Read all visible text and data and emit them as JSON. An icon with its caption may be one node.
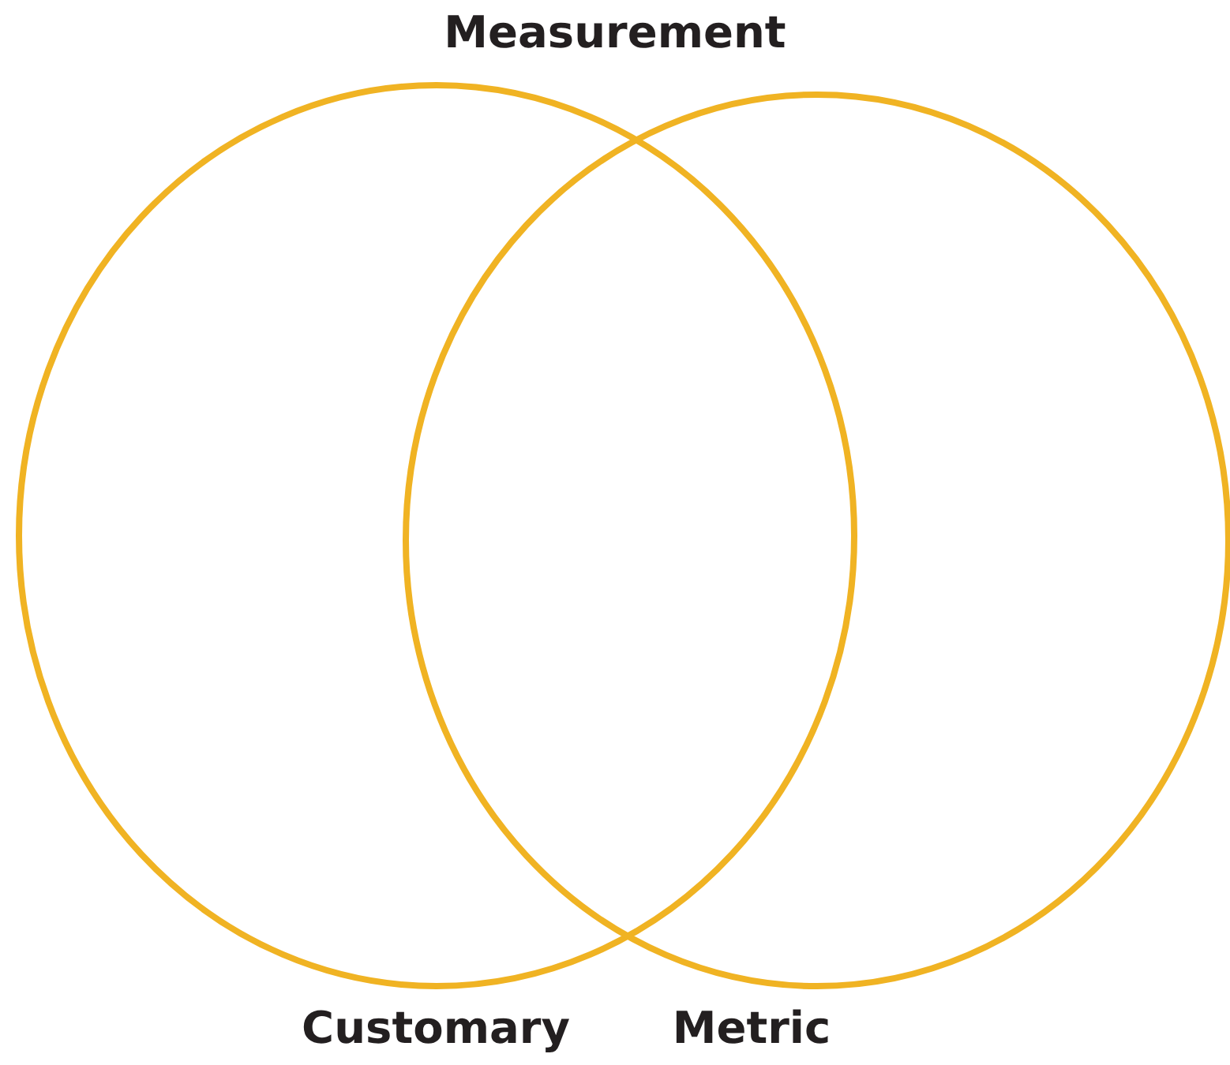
{
  "diagram": {
    "title": "Measurement",
    "nodes": [
      {
        "text": [
          "Customary"
        ]
      },
      {
        "text": [
          "Metric"
        ]
      }
    ]
  }
}
